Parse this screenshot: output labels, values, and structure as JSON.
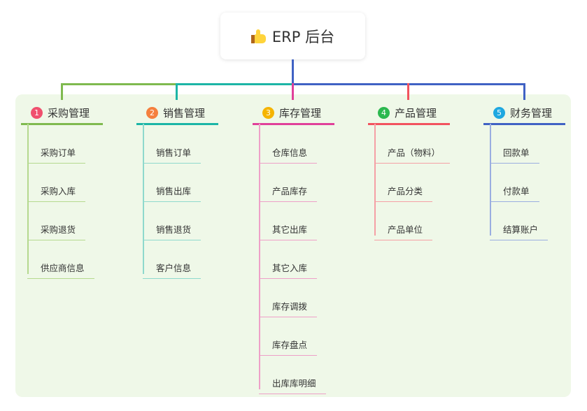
{
  "root": {
    "title": "ERP 后台",
    "icon": "thumbs-up-icon"
  },
  "branches": [
    {
      "number": "1",
      "label": "采购管理",
      "color": "#f0506e",
      "line_color": "#7fba4f",
      "child_line_color": "#b5d98f",
      "children": [
        "采购订单",
        "采购入库",
        "采购退货",
        "供应商信息"
      ]
    },
    {
      "number": "2",
      "label": "销售管理",
      "color": "#f5803e",
      "line_color": "#1cb5a6",
      "child_line_color": "#8fd9cd",
      "children": [
        "销售订单",
        "销售出库",
        "销售退货",
        "客户信息"
      ]
    },
    {
      "number": "3",
      "label": "库存管理",
      "color": "#f5b400",
      "line_color": "#e0409a",
      "child_line_color": "#eea0c8",
      "children": [
        "仓库信息",
        "产品库存",
        "其它出库",
        "其它入库",
        "库存调拨",
        "库存盘点",
        "出库库明细"
      ]
    },
    {
      "number": "4",
      "label": "产品管理",
      "color": "#2cb84f",
      "line_color": "#f2535f",
      "child_line_color": "#f5a0a5",
      "children": [
        "产品（物料）",
        "产品分类",
        "产品单位"
      ]
    },
    {
      "number": "5",
      "label": "财务管理",
      "color": "#1fa8e0",
      "line_color": "#4062c4",
      "child_line_color": "#9aaee0",
      "children": [
        "回款单",
        "付款单",
        "结算账户"
      ]
    }
  ]
}
